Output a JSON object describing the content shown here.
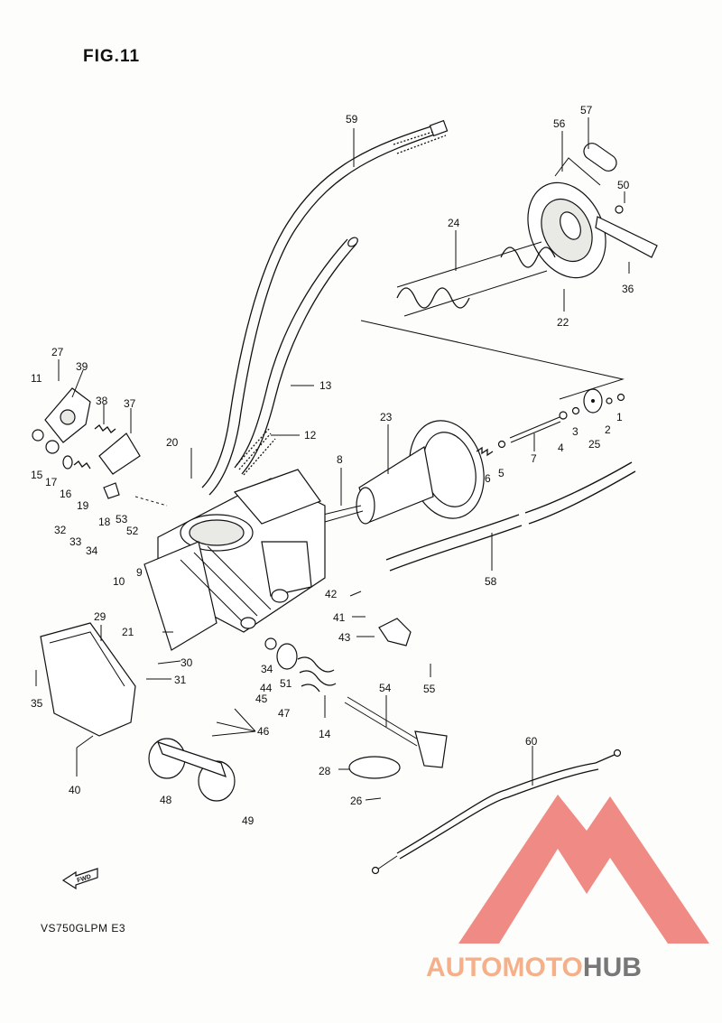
{
  "figure": {
    "title": "FIG.11",
    "model_code": "VS750GLPM E3",
    "fwd_label": "FWD"
  },
  "part_labels": [
    "1",
    "2",
    "3",
    "4",
    "5",
    "6",
    "7",
    "8",
    "9",
    "10",
    "11",
    "12",
    "13",
    "14",
    "15",
    "16",
    "17",
    "18",
    "19",
    "20",
    "21",
    "22",
    "23",
    "24",
    "25",
    "26",
    "27",
    "28",
    "29",
    "30",
    "31",
    "32",
    "33",
    "34",
    "34",
    "35",
    "36",
    "37",
    "38",
    "39",
    "40",
    "41",
    "42",
    "43",
    "44",
    "45",
    "46",
    "47",
    "48",
    "49",
    "50",
    "51",
    "52",
    "53",
    "54",
    "55",
    "56",
    "57",
    "58",
    "59",
    "60"
  ],
  "watermark": {
    "text_part1": "AUTOMOTO",
    "text_part2": "HUB",
    "color_part1": "#f5b08a",
    "color_part2": "#777777",
    "logo_color": "#f08a84"
  }
}
